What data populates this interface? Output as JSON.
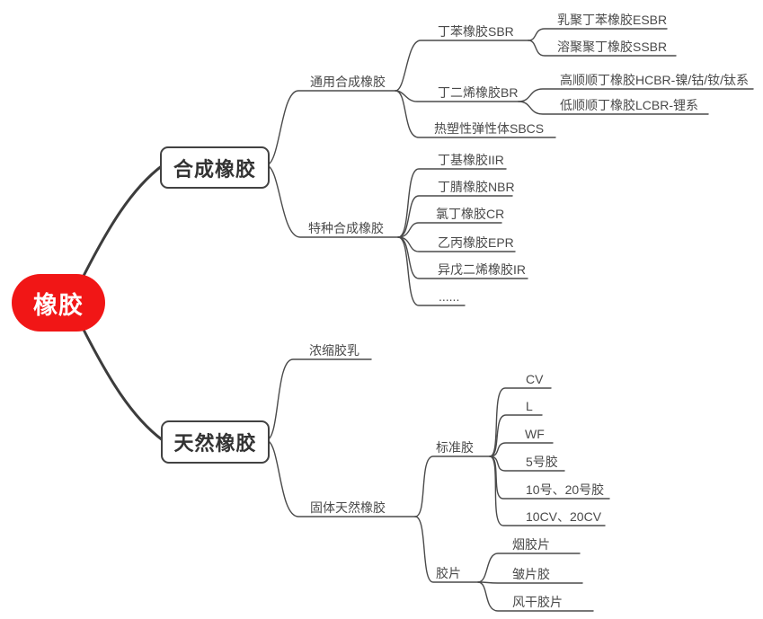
{
  "colors": {
    "root_fill": "#f11616",
    "root_text": "#ffffff",
    "line": "#4a4a4a",
    "box_border": "#424242",
    "box_text": "#333333",
    "node_text": "#4a4a4a",
    "background": "#ffffff"
  },
  "mindmap": {
    "root": {
      "label": "橡胶"
    },
    "children": [
      {
        "label": "合成橡胶",
        "children": [
          {
            "label": "通用合成橡胶",
            "children": [
              {
                "label": "丁苯橡胶SBR",
                "children": [
                  {
                    "label": "乳聚丁苯橡胶ESBR"
                  },
                  {
                    "label": "溶聚聚丁橡胶SSBR"
                  }
                ]
              },
              {
                "label": "丁二烯橡胶BR",
                "children": [
                  {
                    "label": "高顺顺丁橡胶HCBR-镍/钴/钕/钛系"
                  },
                  {
                    "label": "低顺顺丁橡胶LCBR-锂系"
                  }
                ]
              },
              {
                "label": "热塑性弹性体SBCS"
              }
            ]
          },
          {
            "label": "特种合成橡胶",
            "children": [
              {
                "label": "丁基橡胶IIR"
              },
              {
                "label": "丁腈橡胶NBR"
              },
              {
                "label": "氯丁橡胶CR"
              },
              {
                "label": "乙丙橡胶EPR"
              },
              {
                "label": "异戊二烯橡胶IR"
              },
              {
                "label": "......"
              }
            ]
          }
        ]
      },
      {
        "label": "天然橡胶",
        "children": [
          {
            "label": "浓缩胶乳"
          },
          {
            "label": "固体天然橡胶",
            "children": [
              {
                "label": "标准胶",
                "children": [
                  {
                    "label": "CV"
                  },
                  {
                    "label": "L"
                  },
                  {
                    "label": "WF"
                  },
                  {
                    "label": "5号胶"
                  },
                  {
                    "label": "10号、20号胶"
                  },
                  {
                    "label": "10CV、20CV"
                  }
                ]
              },
              {
                "label": "胶片",
                "children": [
                  {
                    "label": "烟胶片"
                  },
                  {
                    "label": "皱片胶"
                  },
                  {
                    "label": "风干胶片"
                  }
                ]
              }
            ]
          }
        ]
      }
    ]
  }
}
